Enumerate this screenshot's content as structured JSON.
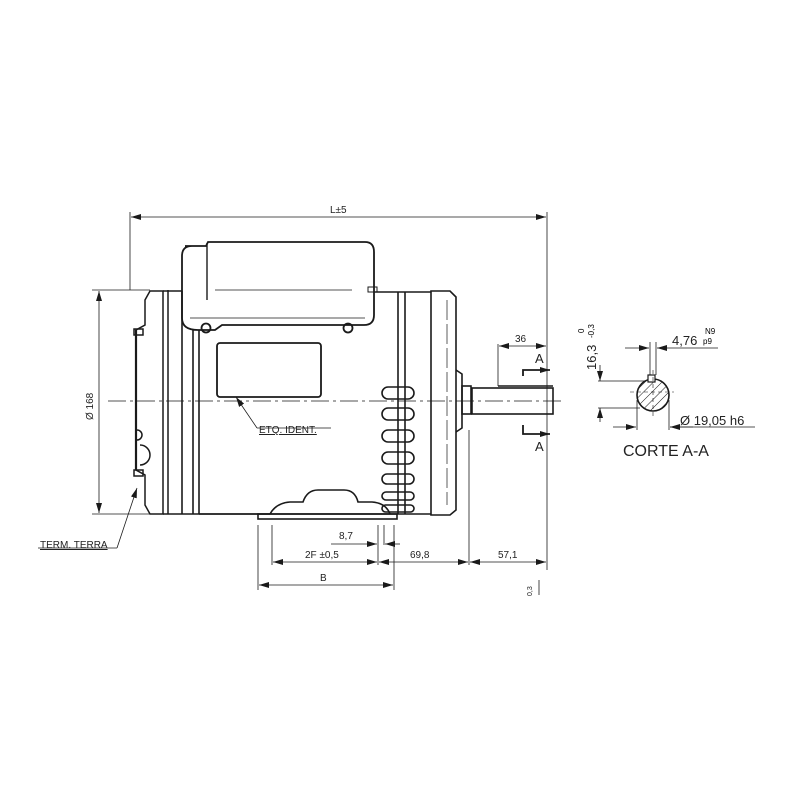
{
  "drawing": {
    "type": "technical-drawing",
    "subject": "electric motor side view with shaft cross-section",
    "stroke_color": "#1a1a1a",
    "background": "#ffffff"
  },
  "dimensions": {
    "overall_length": "L±5",
    "diameter": "Ø 168",
    "shaft_key_length": "36",
    "foot_hole": "8,7",
    "foot_spacing": "2F ±0,5",
    "shoulder_to_foot": "69,8",
    "shaft_extension": "57,1",
    "base_width": "B"
  },
  "section": {
    "marker_top": "A",
    "marker_bottom": "A",
    "title": "CORTE A-A",
    "key_height": "16,3",
    "key_height_tol_upper": "0",
    "key_height_tol_lower": "-0,3",
    "key_width": "4,76",
    "key_width_fit_upper": "N9",
    "key_width_fit_lower": "p9",
    "shaft_diameter": "Ø 19,05 h6"
  },
  "callouts": {
    "nameplate": "ETQ. IDENT.",
    "ground_terminal": "TERM. TERRA"
  },
  "fragments": {
    "cropped_tolerance": "0,3"
  }
}
